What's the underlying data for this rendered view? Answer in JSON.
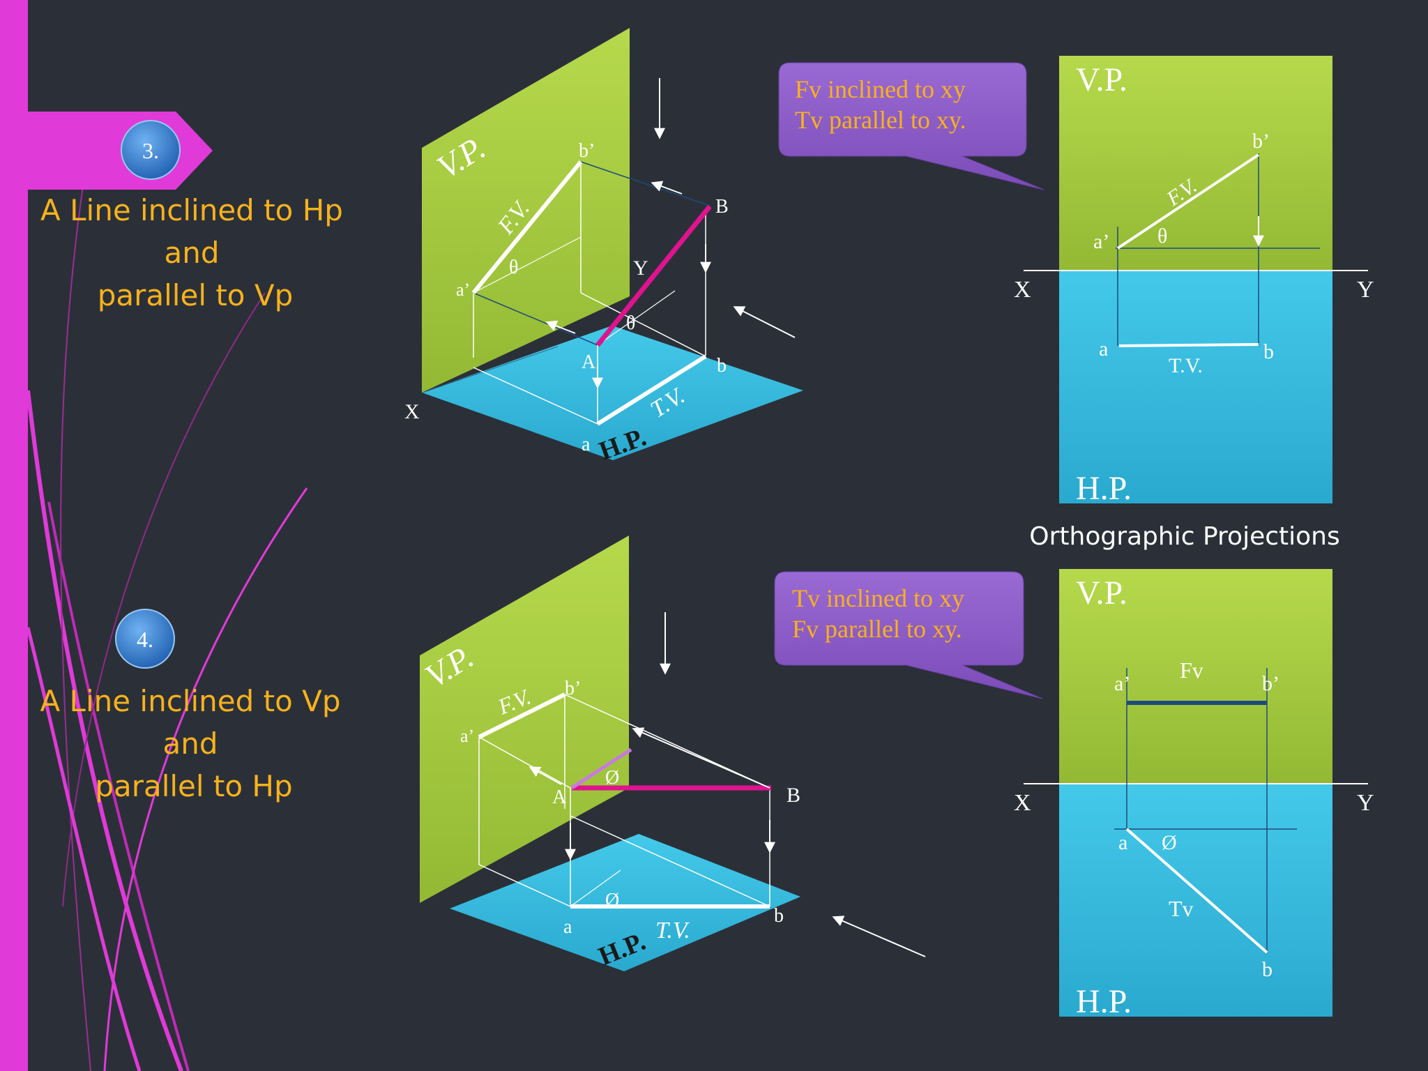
{
  "colors": {
    "background": "#2b3038",
    "accent_magenta": "#e03ad8",
    "vp_green": "#a3c93d",
    "hp_blue": "#3cc1e3",
    "callout_purple": "#8c5ac6",
    "callout_text": "#f7b21c",
    "case_title": "#f7b21c",
    "badge_blue": "#2f7fd1",
    "true_line": "#e0138f",
    "fv_dark_line": "#1e4a7a"
  },
  "cases": [
    {
      "number": "3.",
      "title_lines": [
        "A Line inclined to Hp",
        "and",
        "parallel to Vp"
      ],
      "callout_lines": [
        "Fv inclined to xy",
        "Tv parallel to xy."
      ],
      "pictorial": {
        "vp_label": "V.P.",
        "hp_label": "H.P.",
        "fv_label": "F.V.",
        "tv_label": "T.V.",
        "point_a_upper": "A",
        "point_b_upper": "B",
        "point_a_fv": "a’",
        "point_b_fv": "b’",
        "point_a_tv": "a",
        "point_b_tv": "b",
        "angle": "θ",
        "axis_x": "X",
        "axis_y": "Y"
      },
      "orthographic": {
        "vp_label": "V.P.",
        "hp_label": "H.P.",
        "fv_label": "F.V.",
        "tv_label": "T.V.",
        "point_a_fv": "a’",
        "point_b_fv": "b’",
        "point_a_tv": "a",
        "point_b_tv": "b",
        "angle": "θ",
        "axis_x": "X",
        "axis_y": "Y"
      }
    },
    {
      "number": "4.",
      "title_lines": [
        "A Line inclined to Vp",
        "and",
        "parallel to Hp"
      ],
      "callout_lines": [
        "Tv inclined to xy",
        "Fv parallel to xy."
      ],
      "pictorial": {
        "vp_label": "V.P.",
        "hp_label": "H.P.",
        "fv_label": "F.V.",
        "tv_label": "T.V.",
        "point_a_upper": "A",
        "point_b_upper": "B",
        "point_a_fv": "a’",
        "point_b_fv": "b’",
        "point_a_tv": "a",
        "point_b_tv": "b",
        "angle": "Ø"
      },
      "orthographic": {
        "vp_label": "V.P.",
        "hp_label": "H.P.",
        "fv_label": "Fv",
        "tv_label": "Tv",
        "point_a_fv": "a’",
        "point_b_fv": "b’",
        "point_a_tv": "a",
        "point_b_tv": "b",
        "angle": "Ø",
        "axis_x": "X",
        "axis_y": "Y"
      }
    }
  ],
  "ortho_caption": "Orthographic Projections"
}
